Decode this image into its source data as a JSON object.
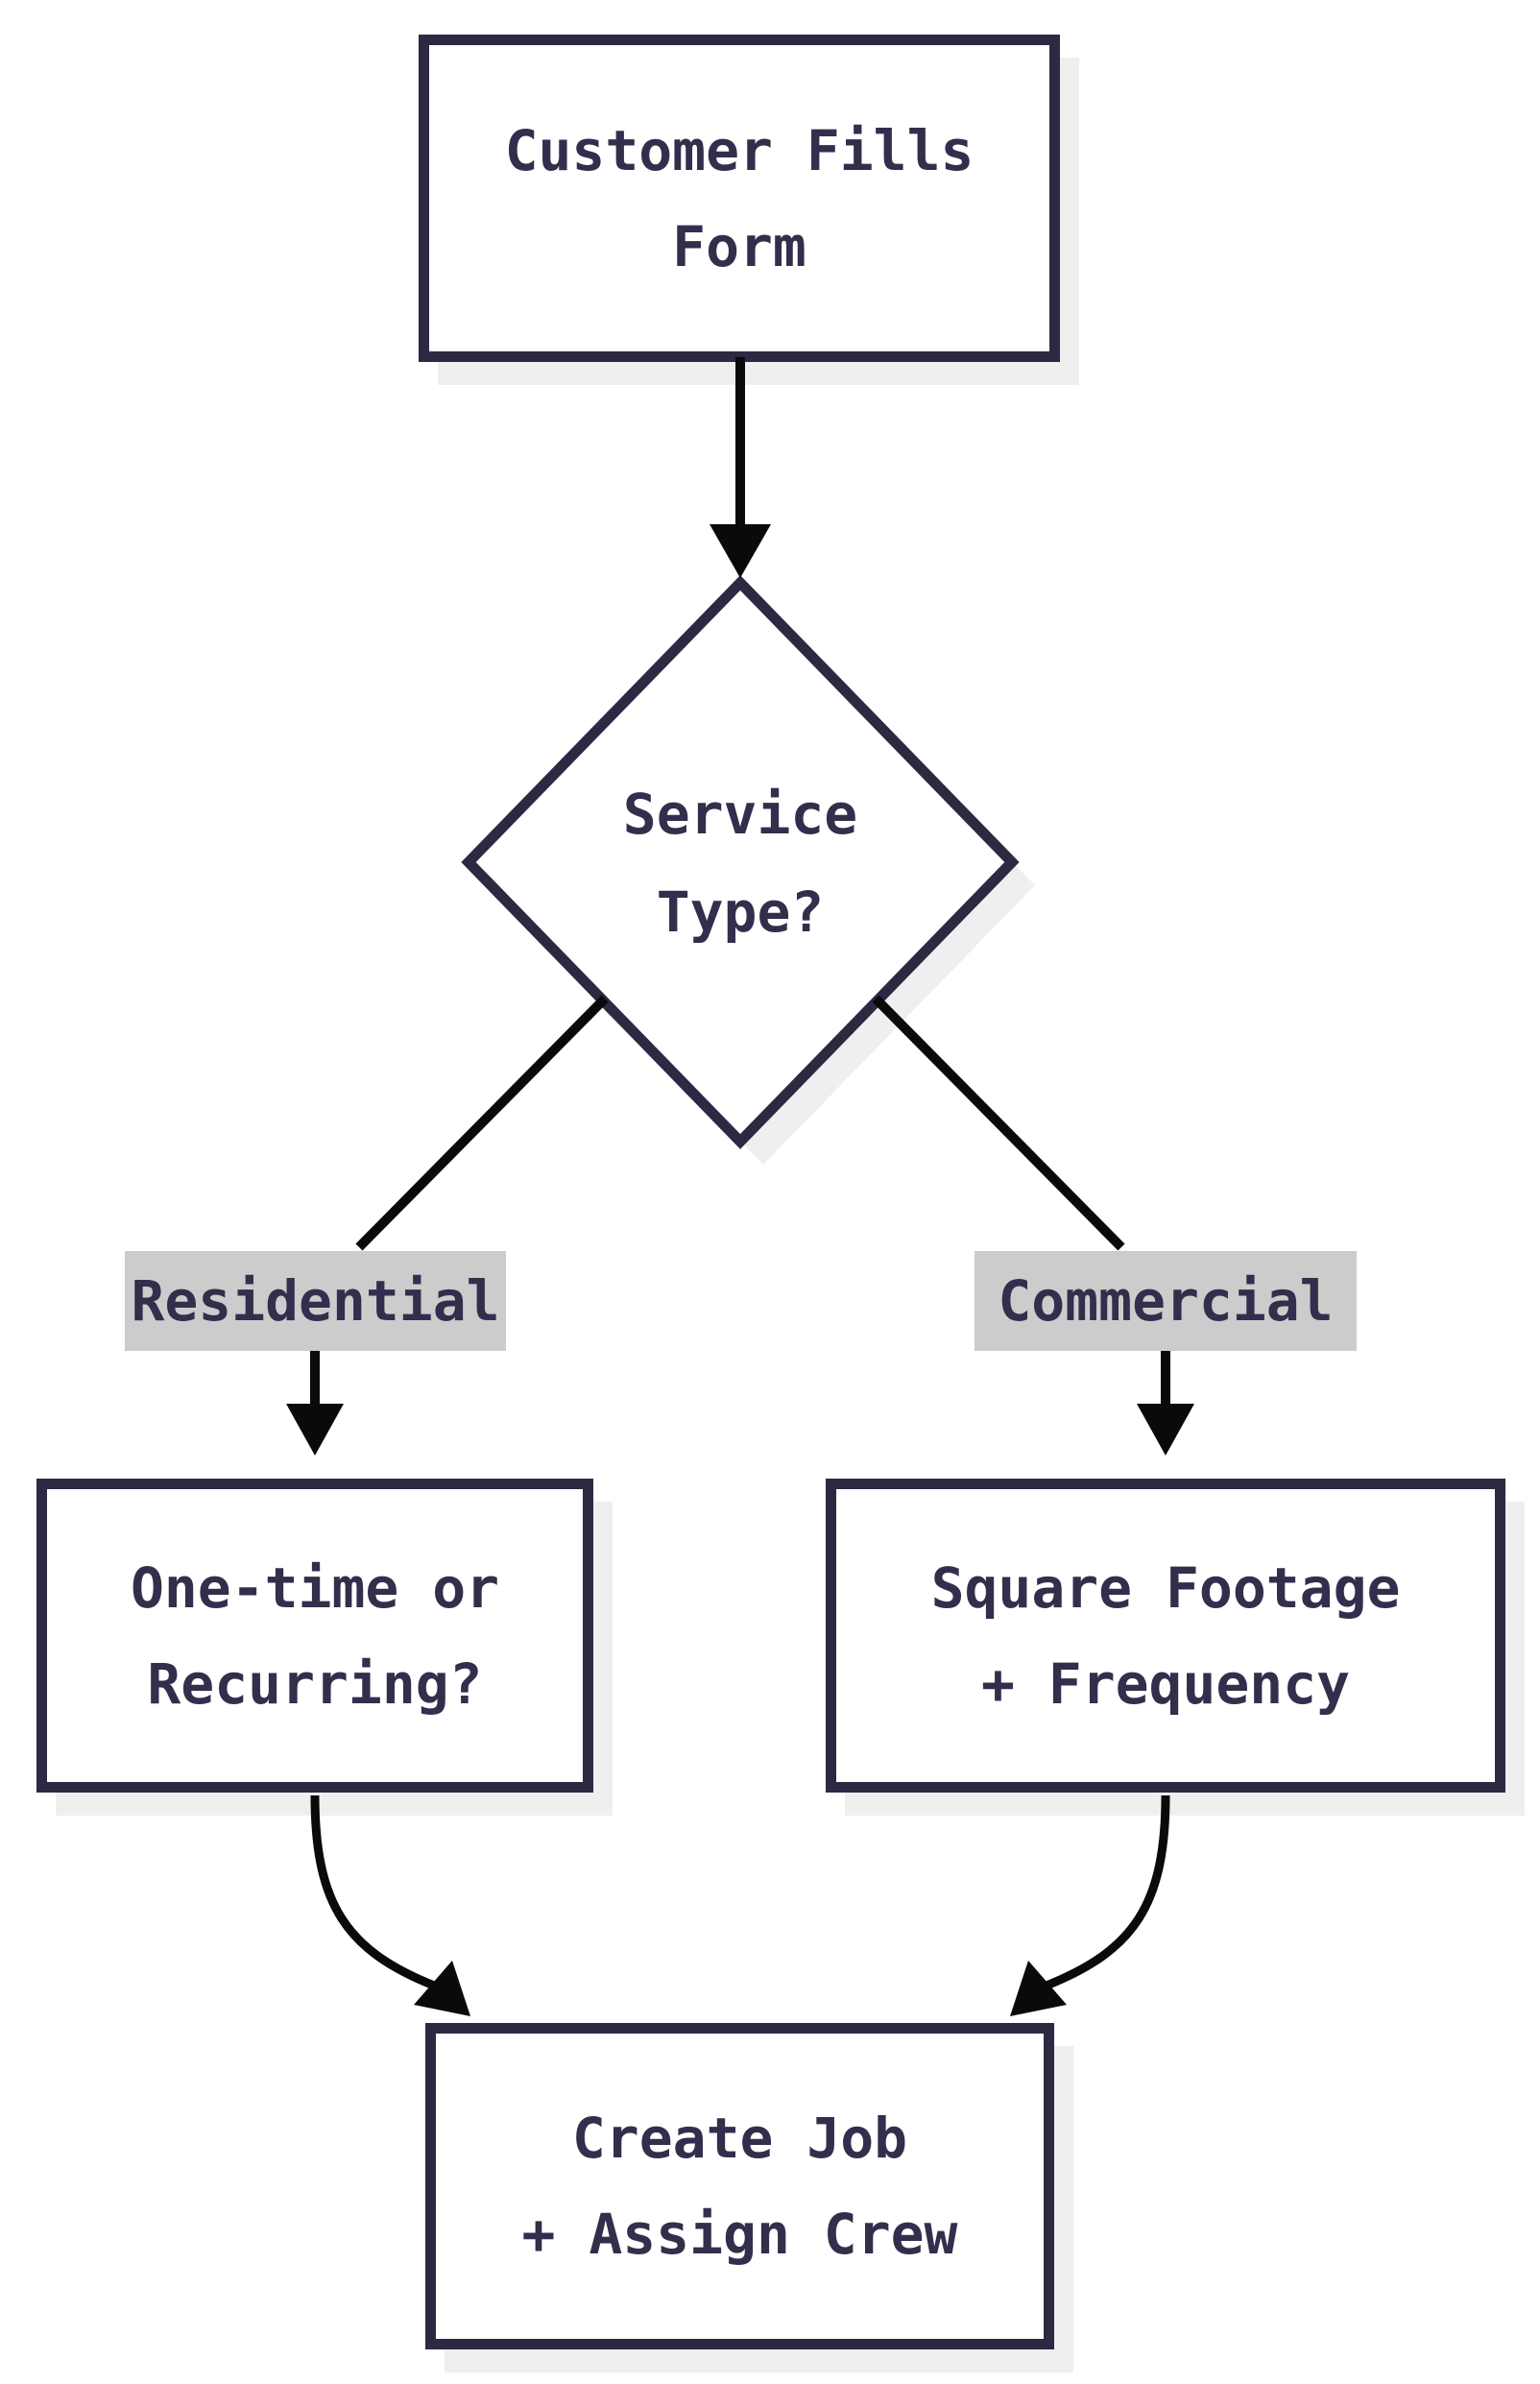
{
  "colors": {
    "outline": "#2b2a42",
    "text": "#322f4c",
    "labelbg": "#cccccc",
    "shadow": "#efefef",
    "arrow": "#0a0a0a",
    "bg": "#ffffff"
  },
  "nodes": {
    "start": {
      "line1": "Customer Fills",
      "line2": "Form"
    },
    "decision": {
      "line1": "Service",
      "line2": "Type?"
    },
    "residential_question": {
      "line1": "One-time or",
      "line2": "Recurring?"
    },
    "commercial_question": {
      "line1": "Square Footage",
      "line2": "+ Frequency"
    },
    "end": {
      "line1": "Create Job",
      "line2": "+ Assign Crew"
    }
  },
  "edge_labels": {
    "left": "Residential",
    "right": "Commercial"
  }
}
